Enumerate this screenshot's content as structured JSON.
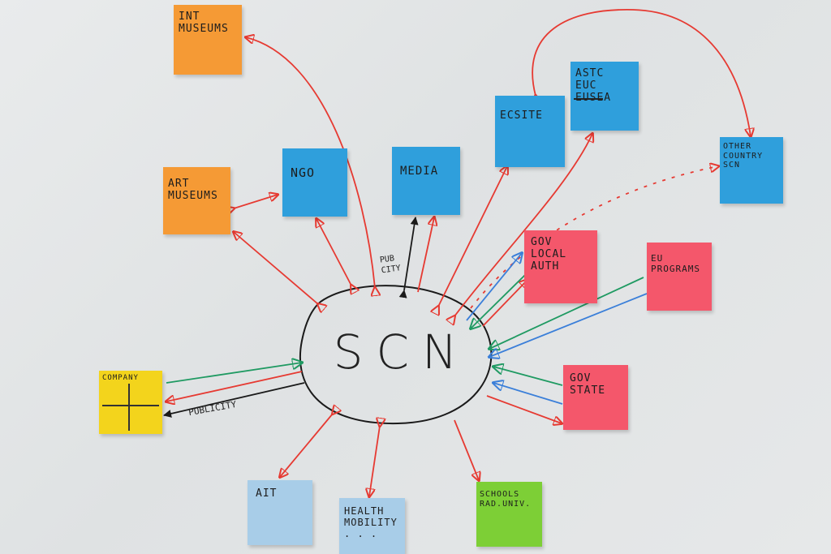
{
  "hub": {
    "label": "SCN"
  },
  "notes": {
    "int_museums": {
      "text": "INT\nMUSEUMS",
      "color": "#f59a35"
    },
    "art_museums": {
      "text": "ART\nMUSEUMS",
      "color": "#f59a35"
    },
    "ngo": {
      "text": "NGO",
      "color": "#2f9fdc"
    },
    "media": {
      "text": "MEDIA",
      "color": "#2f9fdc"
    },
    "ecsite": {
      "text": "ECSITE",
      "color": "#2f9fdc"
    },
    "astc_eusea": {
      "line1": "ASTC",
      "line2": "EUC",
      "line3": "EUSEA",
      "color": "#2f9fdc"
    },
    "other_country_scn": {
      "text": "OTHER\nCOUNTRY\nSCN",
      "color": "#2f9fdc"
    },
    "gov_local_auth": {
      "text": "GOV\nLOCAL\nAUTH",
      "color": "#f4576b"
    },
    "eu_programs": {
      "text": "EU\nPROGRAMS",
      "color": "#f4576b"
    },
    "gov_state": {
      "text": "GOV\nSTATE",
      "color": "#f4576b"
    },
    "company": {
      "text": "COMPANY",
      "color": "#f3d41c"
    },
    "ait": {
      "text": "AIT",
      "color": "#a8cde8"
    },
    "health_mobility": {
      "text": "HEALTH\nMOBILITY\n. . .",
      "color": "#a8cde8"
    },
    "schools": {
      "text": "SCHOOLS\nRAD.UNIV.",
      "color": "#7dcf36"
    }
  },
  "arrow_labels": {
    "publicity_media": "PUB\nCITY",
    "publicity_company": "PUBLICITY"
  },
  "colors": {
    "red": "#e63a32",
    "green": "#1f9a62",
    "blue": "#3b7fd9",
    "black": "#1a1a1a"
  }
}
